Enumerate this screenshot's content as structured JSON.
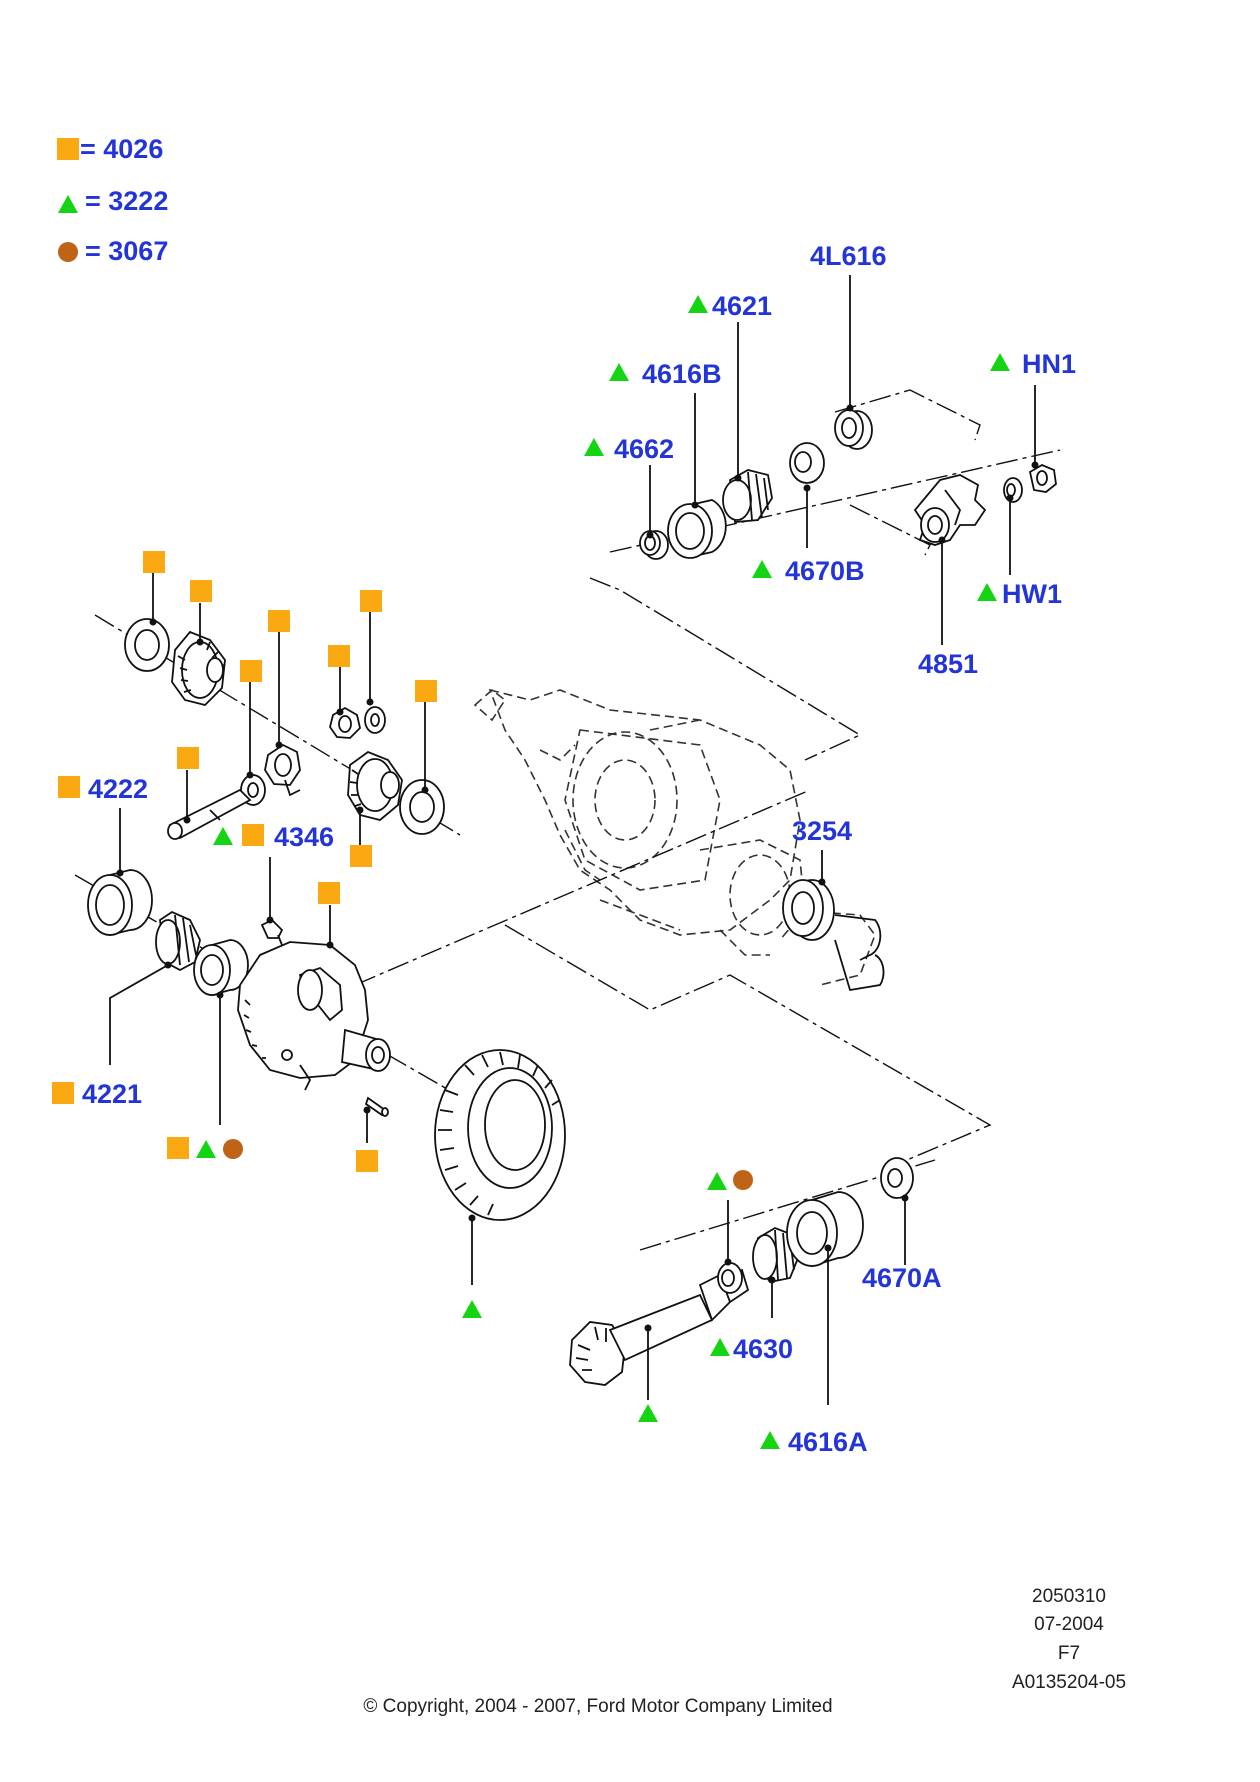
{
  "colors": {
    "label_blue": "#2435d8",
    "square_orange": "#fba912",
    "triangle_green": "#14d414",
    "circle_brown": "#bf6317"
  },
  "legend": [
    {
      "symbol": "square",
      "text": "= 4026"
    },
    {
      "symbol": "triangle",
      "text": "= 3222"
    },
    {
      "symbol": "circle",
      "text": "= 3067"
    }
  ],
  "callouts": {
    "c_4L616": "4L616",
    "c_4621": "4621",
    "c_4616B": "4616B",
    "c_4662": "4662",
    "c_4670B": "4670B",
    "c_HN1": "HN1",
    "c_HW1": "HW1",
    "c_4851": "4851",
    "c_4222": "4222",
    "c_4346": "4346",
    "c_3254": "3254",
    "c_4221": "4221",
    "c_4670A": "4670A",
    "c_4630": "4630",
    "c_4616A": "4616A"
  },
  "footer": {
    "code1": "2050310",
    "date": "07-2004",
    "section": "F7",
    "ref": "A0135204-05",
    "copyright": "© Copyright, 2004 - 2007, Ford Motor Company Limited"
  }
}
